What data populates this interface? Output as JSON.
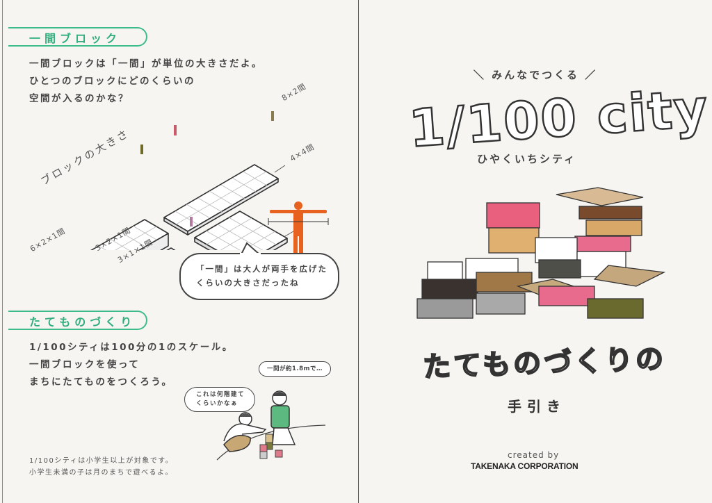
{
  "left_page": {
    "section1": {
      "title": "一間ブロック",
      "lines": [
        "一間ブロックは「一間」が単位の大きさだよ。",
        "ひとつのブロックにどのくらいの",
        "空間が入るのかな？"
      ],
      "diagram_title": "ブロックの大きさ",
      "block_labels": [
        "8×2間",
        "4×4間",
        "6×2×1間",
        "3×2×1間",
        "3×1×1間"
      ],
      "speech": [
        "「一間」は大人が両手を広げた",
        "くらいの大きさだったね"
      ]
    },
    "section2": {
      "title": "たてものづくり",
      "lines": [
        "1/100シティは100分の1のスケール。",
        "一間ブロックを使って",
        "まちにたてものをつくろう。"
      ],
      "speech_left": [
        "これは何階建て",
        "くらいかなぁ"
      ],
      "speech_right": "一間が約1.8mで…",
      "note": [
        "1/100シティは小学生以上が対象です。",
        "小学生未満の子は月のまちで遊べるよ。"
      ]
    }
  },
  "right_page": {
    "tagline": "みんなでつくる",
    "logo": "1/100 city",
    "logo_reading": "ひやくいちシティ",
    "subtitle": "たてものづくりの",
    "subtitle2": "手引き",
    "credit_line": "created by",
    "company": "TAKENAKA CORPORATION"
  },
  "colors": {
    "accent_green": "#3dbb8a",
    "figure_orange": "#e8621f",
    "background": "#f7f5f2"
  }
}
